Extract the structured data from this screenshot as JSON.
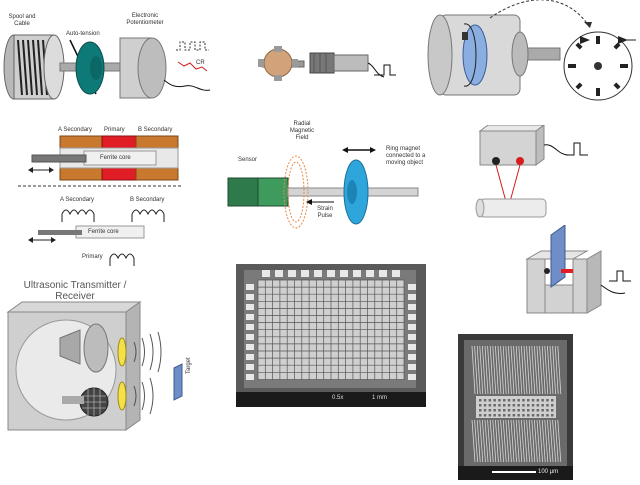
{
  "string_pot": {
    "spool_label": [
      "Spool and",
      "Cable"
    ],
    "spring_label": "Auto-tension",
    "pot_label": [
      "Electronic",
      "Potentiometer"
    ],
    "ccr_label": "CR"
  },
  "lvdt": {
    "secondary_a": "A Secondary",
    "primary": "Primary",
    "secondary_b": "B Secondary",
    "core": "Ferrite core",
    "a_secondary_coil": "A Secondary",
    "b_secondary_coil": "B Secondary",
    "core_bottom": "Ferrite core",
    "primary_coil": "Primary"
  },
  "magnetostrictive": {
    "radial_field": [
      "Radial",
      "Magnetic",
      "Field"
    ],
    "sensor": "Sensor",
    "ring_magnet": [
      "Ring magnet",
      "connected to a",
      "moving object"
    ],
    "strain_pulse": [
      "Strain",
      "Pulse"
    ]
  },
  "ultrasonic": {
    "title": [
      "Ultrasonic Transmitter /",
      "Receiver"
    ],
    "target": "Target"
  },
  "micrographs": {
    "grid_caption": "0.5x",
    "grid_scale": "1 mm",
    "comb_scale": "100 µm"
  },
  "colors": {
    "ferrite_red": "#e01c24",
    "coil_orange": "#c8792e",
    "spring_teal": "#0e7a78",
    "sensor_green": "#2f7a4a",
    "magnet_blue": "#2ea6dc",
    "disk_blue": "#8aaee0",
    "target_blue": "#6f8ec8"
  }
}
